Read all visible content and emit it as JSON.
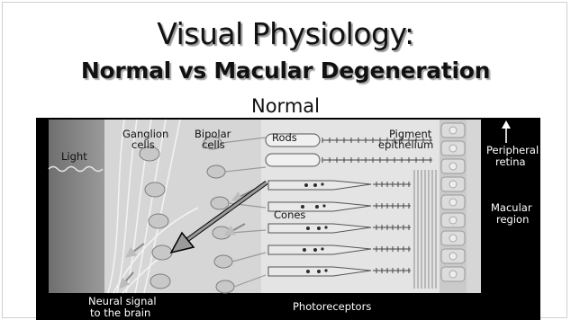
{
  "slide": {
    "title": "Visual Physiology:",
    "subtitle": "Normal vs Macular Degeneration",
    "section_label": "Normal"
  },
  "diagram": {
    "labels": {
      "light": "Light",
      "ganglion_1": "Ganglion",
      "ganglion_2": "cells",
      "bipolar_1": "Bipolar",
      "bipolar_2": "cells",
      "rods": "Rods",
      "pigment_1": "Pigment",
      "pigment_2": "epithelium",
      "peripheral_1": "Peripheral",
      "peripheral_2": "retina",
      "cones": "Cones",
      "macular_1": "Macular",
      "macular_2": "region",
      "neural_1": "Neural signal",
      "neural_2": "to the brain",
      "photoreceptors": "Photoreceptors"
    }
  },
  "colors": {
    "background": "#ffffff",
    "panel": "#000000",
    "retina_fill": "#d9d9d9",
    "light_band": "#8a8a8a",
    "arrow": "#8c8c8c"
  }
}
